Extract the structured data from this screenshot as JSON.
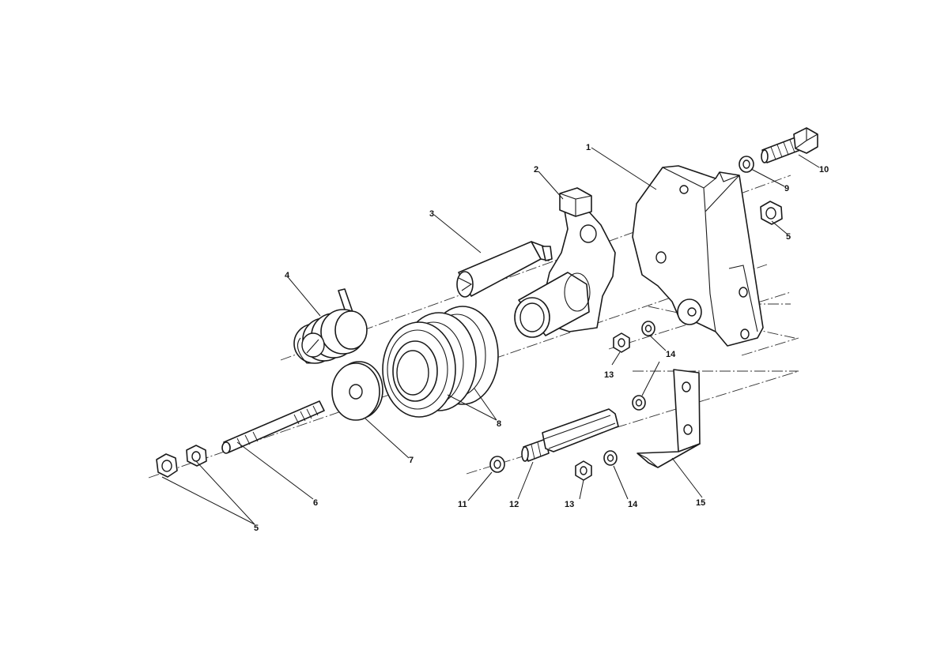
{
  "callouts": {
    "c1": "1",
    "c2": "2",
    "c3": "3",
    "c4": "4",
    "c5a": "5",
    "c5b": "5",
    "c6": "6",
    "c7": "7",
    "c8": "8",
    "c9": "9",
    "c10": "10",
    "c11": "11",
    "c12": "12",
    "c13a": "13",
    "c13b": "13",
    "c14a": "14",
    "c14b": "14",
    "c15": "15"
  },
  "colors": {
    "line": "#1a1a1a",
    "background": "#ffffff"
  }
}
